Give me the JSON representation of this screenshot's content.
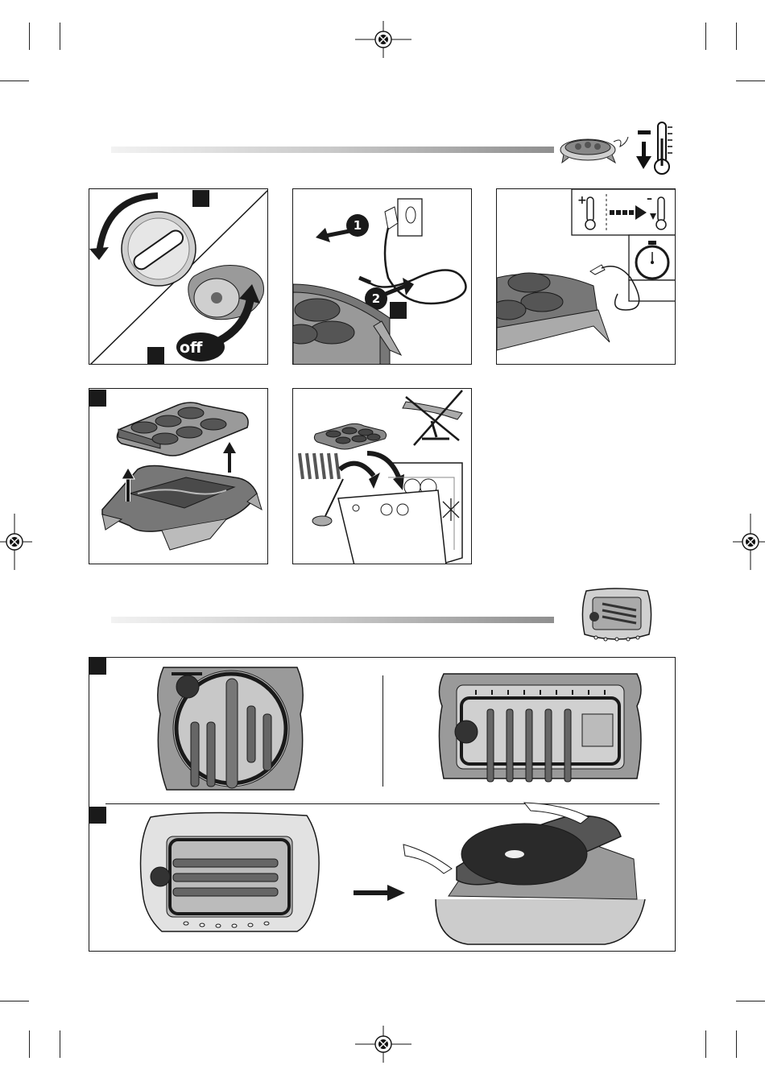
{
  "panel_top_right_off_label": "off",
  "unplug_steps": {
    "step1": "1",
    "step2": "2"
  },
  "thermometer_signs": {
    "plus": "+",
    "minus": "–"
  },
  "icon_names": [
    "registration-mark-icon",
    "appliance-cooling-icon",
    "thermometer-icon",
    "stopwatch-icon",
    "dishwasher-icon",
    "storage-icon"
  ],
  "colors": {
    "ink": "#1a1a1a",
    "gray_light": "#d9d9d9",
    "gray_mid": "#9a9a9a",
    "gray_dark": "#5a5a5a"
  }
}
